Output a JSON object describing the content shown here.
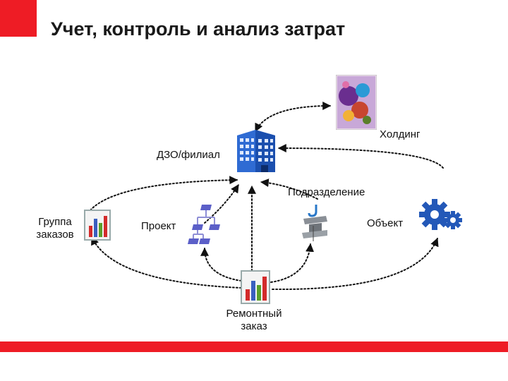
{
  "slide": {
    "title": "Учет, контроль и анализ затрат",
    "accent_color": "#ee1c25",
    "footer_color": "#ee1c25"
  },
  "nodes": {
    "holding": {
      "label": "Холдинг",
      "icon": "abstract-image-icon"
    },
    "dzo": {
      "label": "ДЗО/филиал",
      "icon": "office-building-icon"
    },
    "division": {
      "label": "Подразделение",
      "icon": "crane-hook-beam-icon"
    },
    "order_group": {
      "label_line1": "Группа",
      "label_line2": "заказов",
      "icon": "bar-chart-icon"
    },
    "project": {
      "label": "Проект",
      "icon": "hierarchy-icon"
    },
    "object": {
      "label": "Объект",
      "icon": "gears-icon"
    },
    "repair_order": {
      "label_line1": "Ремонтный",
      "label_line2": "заказ",
      "icon": "bar-chart-icon"
    }
  }
}
